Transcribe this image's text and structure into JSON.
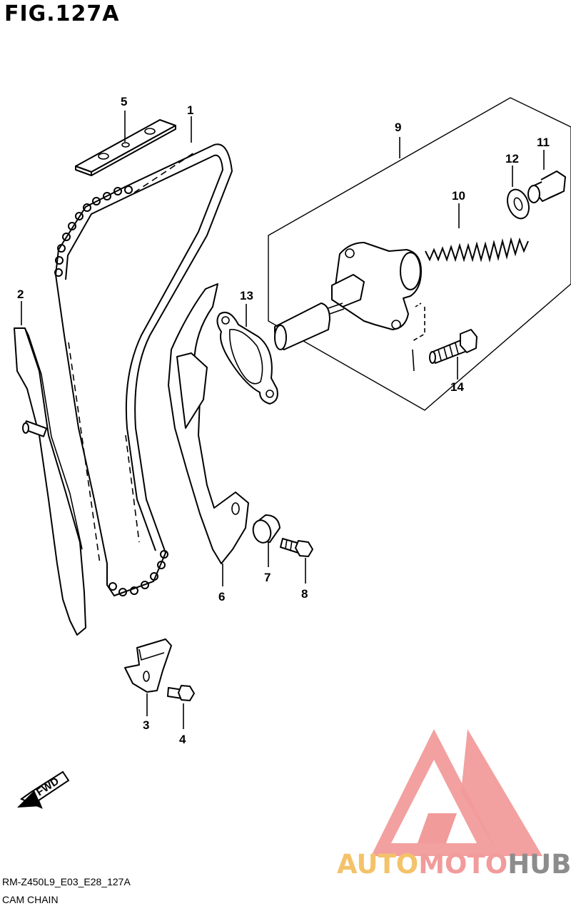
{
  "figure": {
    "title": "FIG.127A"
  },
  "callouts": [
    "1",
    "2",
    "3",
    "4",
    "5",
    "6",
    "7",
    "8",
    "9",
    "10",
    "11",
    "12",
    "13",
    "14"
  ],
  "footer": {
    "code": "RM-Z450L9_E03_E28_127A",
    "name": "CAM CHAIN"
  },
  "watermark": {
    "part_a": "AUTO",
    "part_b": "MOTO",
    "part_c": "HUB"
  },
  "fwd_badge": {
    "text": "FWD"
  },
  "colors": {
    "line": "#000000",
    "logo_red": "#f29b9b",
    "logo_yellow": "#f4c26a",
    "logo_gray": "#8c8c8c"
  }
}
